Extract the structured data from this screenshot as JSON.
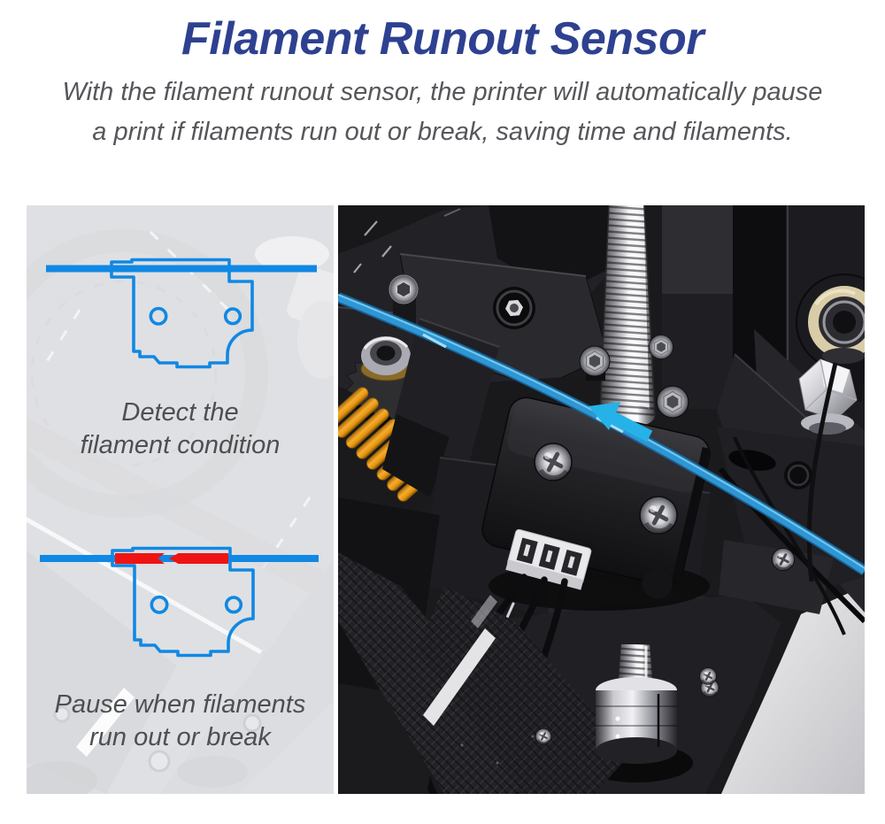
{
  "header": {
    "title": "Filament Runout Sensor",
    "subtitle_line1": "With the filament runout sensor, the printer will automatically pause",
    "subtitle_line2": "a print if filaments run out or break, saving time and filaments."
  },
  "diagram_panel": {
    "detect_caption_line1": "Detect the",
    "detect_caption_line2": "filament condition",
    "pause_caption_line1": "Pause when filaments",
    "pause_caption_line2": "run out or break"
  },
  "colors": {
    "title_navy": "#2e4190",
    "subtitle_gray": "#56575b",
    "caption_gray": "#4e4f52",
    "diagram_blue": "#1088e4",
    "break_red": "#ee1414",
    "photo_filament_blue": "#2f96d4",
    "arrow_cyan": "#25b2e8",
    "spring_orange": "#f0a11a"
  }
}
